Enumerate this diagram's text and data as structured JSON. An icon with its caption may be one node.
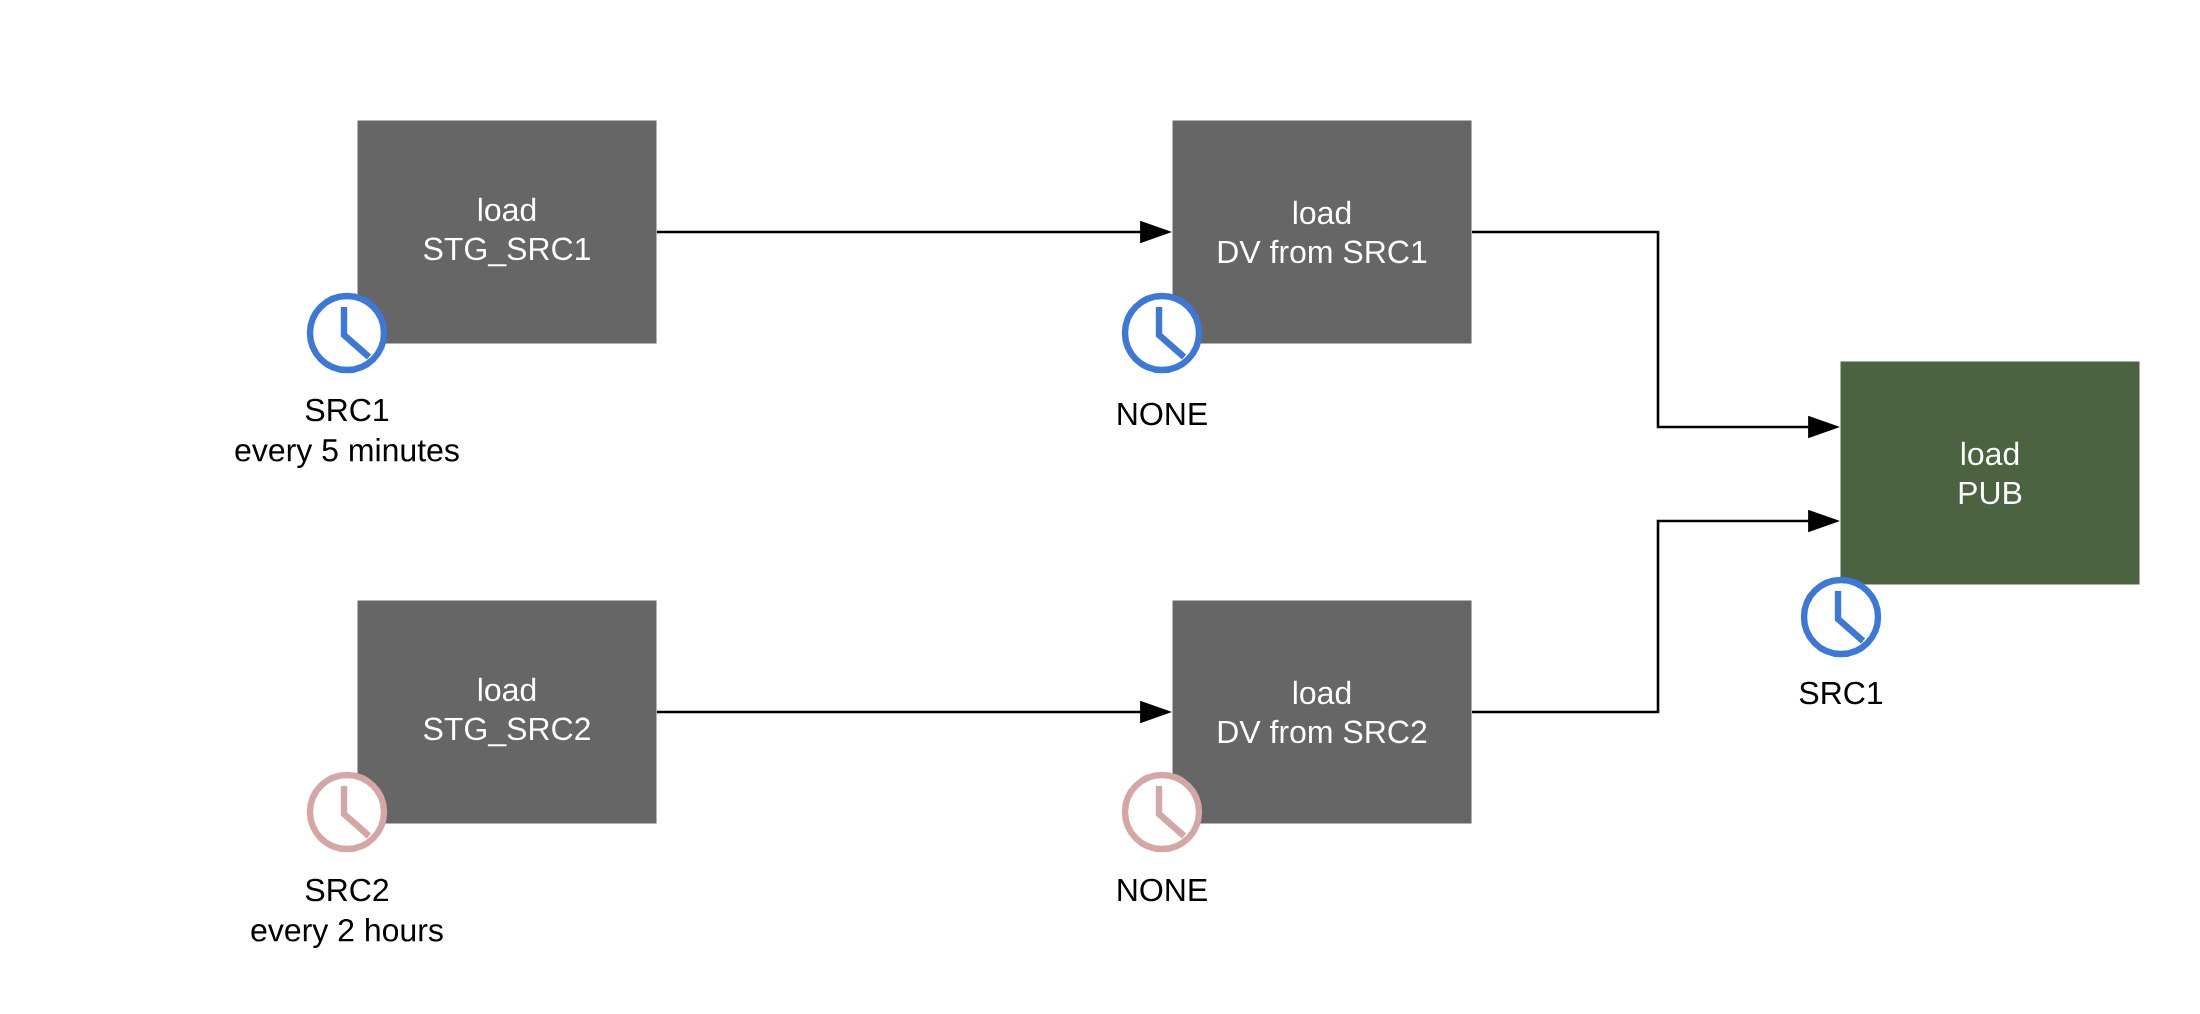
{
  "diagram": {
    "nodes": [
      {
        "text": [
          "load",
          "STG_SRC1"
        ],
        "beside": [
          "SRC1",
          "every 5 minutes"
        ]
      },
      {
        "text": [
          "load",
          "DV from SRC1"
        ],
        "beside": [
          "NONE"
        ]
      },
      {
        "text": [
          "load",
          "PUB"
        ],
        "beside": [
          "SRC1"
        ]
      },
      {
        "text": [
          "load",
          "STG_SRC2"
        ],
        "beside": [
          "SRC2",
          "every 2 hours"
        ]
      },
      {
        "text": [
          "load",
          "DV from SRC2"
        ],
        "beside": [
          "NONE"
        ]
      }
    ],
    "edges": [
      {
        "from": 0,
        "to": 1,
        "arrow": "to"
      },
      {
        "from": 1,
        "to": 2,
        "arrow": "to"
      },
      {
        "from": 3,
        "to": 4,
        "arrow": "to"
      },
      {
        "from": 4,
        "to": 2,
        "arrow": "to"
      }
    ]
  }
}
